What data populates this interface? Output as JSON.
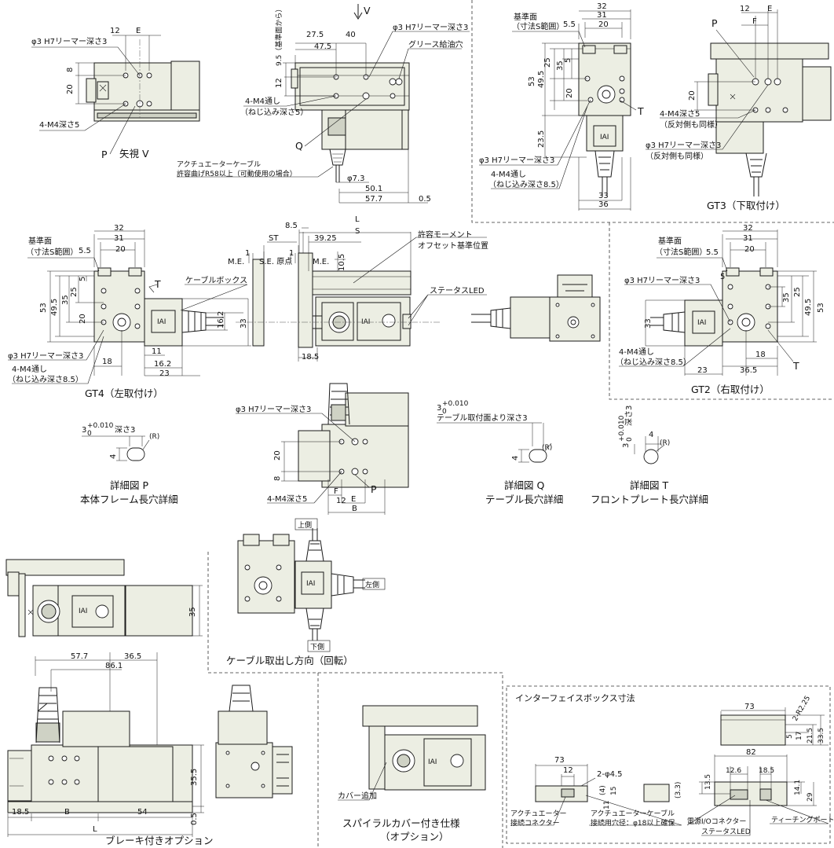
{
  "top_view": {
    "arrow_label": "V",
    "dims": [
      "27.5",
      "40",
      "47.5",
      "9.5（基準面から）",
      "12",
      "50.1",
      "57.7",
      "0.5"
    ],
    "reamer": "φ3 H7リーマー深さ3",
    "grease": "グリース給油穴",
    "tap_through": "4-M4通し",
    "tap_through_depth": "（ねじ込み深さ5）",
    "q_label": "Q",
    "cable_note_1": "アクチュエーターケーブル",
    "cable_note_2": "許容曲げR58以上（可動使用の場合）",
    "cable_dia": "φ7.3"
  },
  "arrow_view": {
    "dims": [
      "12",
      "E",
      "8",
      "20"
    ],
    "reamer": "φ3 H7リーマー深さ3",
    "tap": "4-M4深さ5",
    "p_label": "P",
    "caption": "矢視 V"
  },
  "gt3": {
    "dims": [
      "32",
      "31",
      "20",
      "5.5",
      "5",
      "25",
      "35",
      "53",
      "49.5",
      "20",
      "23.5",
      "33",
      "36",
      "12",
      "E",
      "F",
      "20"
    ],
    "ref_face_1": "基準面",
    "ref_face_2": "（寸法S範囲）",
    "reamer": "φ3 H7リーマー深さ3",
    "tap_through": "4-M4通し",
    "tap_through_depth": "（ねじ込み深さ8.5）",
    "tap_depth": "4-M4深さ5",
    "tap_depth_note": "（反対側も同様）",
    "reamer_side": "φ3 H7リーマー深さ3",
    "reamer_side_note": "（反対側も同様）",
    "p_label": "P",
    "t_label": "T",
    "caption": "GT3（下取付け）"
  },
  "gt4": {
    "dims": [
      "32",
      "31",
      "20",
      "5.5",
      "5",
      "25",
      "35",
      "53",
      "49.5",
      "20",
      "18",
      "11",
      "16.2",
      "23",
      "16.2",
      "33"
    ],
    "ref_face_1": "基準面",
    "ref_face_2": "（寸法S範囲）",
    "t_label": "T",
    "cable_box": "ケーブルボックス",
    "reamer": "φ3 H7リーマー深さ3",
    "tap_through": "4-M4通し",
    "tap_through_depth": "（ねじ込み深さ8.5）",
    "caption": "GT4（左取付け）"
  },
  "main_side": {
    "dims": [
      "8.5",
      "L",
      "S",
      "ST",
      "39.25",
      "10.5",
      "1",
      "1",
      "18.5"
    ],
    "me_left": "M.E.",
    "se_origin": "S.E. 原点",
    "me_right": "M.E.",
    "moment_1": "許容モーメント",
    "moment_2": "オフセット基準位置",
    "status_led": "ステータスLED"
  },
  "gt2": {
    "dims": [
      "32",
      "31",
      "20",
      "5.5",
      "5",
      "35",
      "25",
      "49.5",
      "53",
      "33",
      "23",
      "36.5",
      "18"
    ],
    "ref_face_1": "基準面",
    "ref_face_2": "（寸法S範囲）",
    "reamer": "φ3 H7リーマー深さ3",
    "tap_through": "4-M4通し",
    "tap_through_depth": "（ねじ込み深さ8.5）",
    "t_label": "T",
    "caption": "GT2（右取付け）"
  },
  "bottom_view": {
    "dims": [
      "20",
      "8",
      "F",
      "E",
      "12",
      "B"
    ],
    "reamer": "φ3 H7リーマー深さ3",
    "tap": "4-M4深さ5",
    "p_label": "P"
  },
  "detail_p": {
    "tol_base": "3",
    "tol_upper": "+0.010",
    "tol_lower": "0",
    "depth": "深さ3",
    "width": "4",
    "r": "(R)",
    "caption_1": "詳細図 P",
    "caption_2": "本体フレーム長穴詳細"
  },
  "detail_q": {
    "tol_base": "3",
    "tol_upper": "+0.010",
    "tol_lower": "0",
    "depth_note": "テーブル取付面より深さ3",
    "width": "4",
    "r": "(R)",
    "caption_1": "詳細図 Q",
    "caption_2": "テーブル長穴詳細"
  },
  "detail_t": {
    "tol_base": "3",
    "tol_upper": "+0.010",
    "tol_lower": "0",
    "depth": "深さ3",
    "width": "4",
    "r": "(R)",
    "caption_1": "詳細図 T",
    "caption_2": "フロントプレート長穴詳細"
  },
  "cable_dir": {
    "top": "上側",
    "left": "左側",
    "bottom": "下側",
    "caption": "ケーブル取出し方向（回転）"
  },
  "side_35": {
    "dim": "35"
  },
  "brake": {
    "dims": [
      "57.7",
      "36.5",
      "86.1",
      "35.5",
      "0.5",
      "18.5",
      "B",
      "54",
      "L"
    ],
    "caption": "ブレーキ付きオプション"
  },
  "spiral": {
    "cover": "カバー追加",
    "caption_1": "スパイラルカバー付き仕様",
    "caption_2": "（オプション）"
  },
  "interface_box": {
    "title": "インターフェイスボックス寸法",
    "dims": [
      "73",
      "12",
      "2-φ4.5",
      "(4)",
      "15",
      "11",
      "(3.3)",
      "73",
      "2-R2.25",
      "5",
      "17",
      "21.5",
      "33.5",
      "82",
      "12.6",
      "18.5",
      "13.5",
      "14.1",
      "29"
    ],
    "act_conn_1": "アクチュエーター",
    "act_conn_2": "接続コネクター",
    "cable_hole_1": "アクチュエーターケーブル",
    "cable_hole_2": "接続用穴径：φ18以上確保",
    "power_io": "電源I/Oコネクター",
    "status_led": "ステータスLED",
    "teaching": "ティーチングポート"
  },
  "logo_text": "IAI"
}
